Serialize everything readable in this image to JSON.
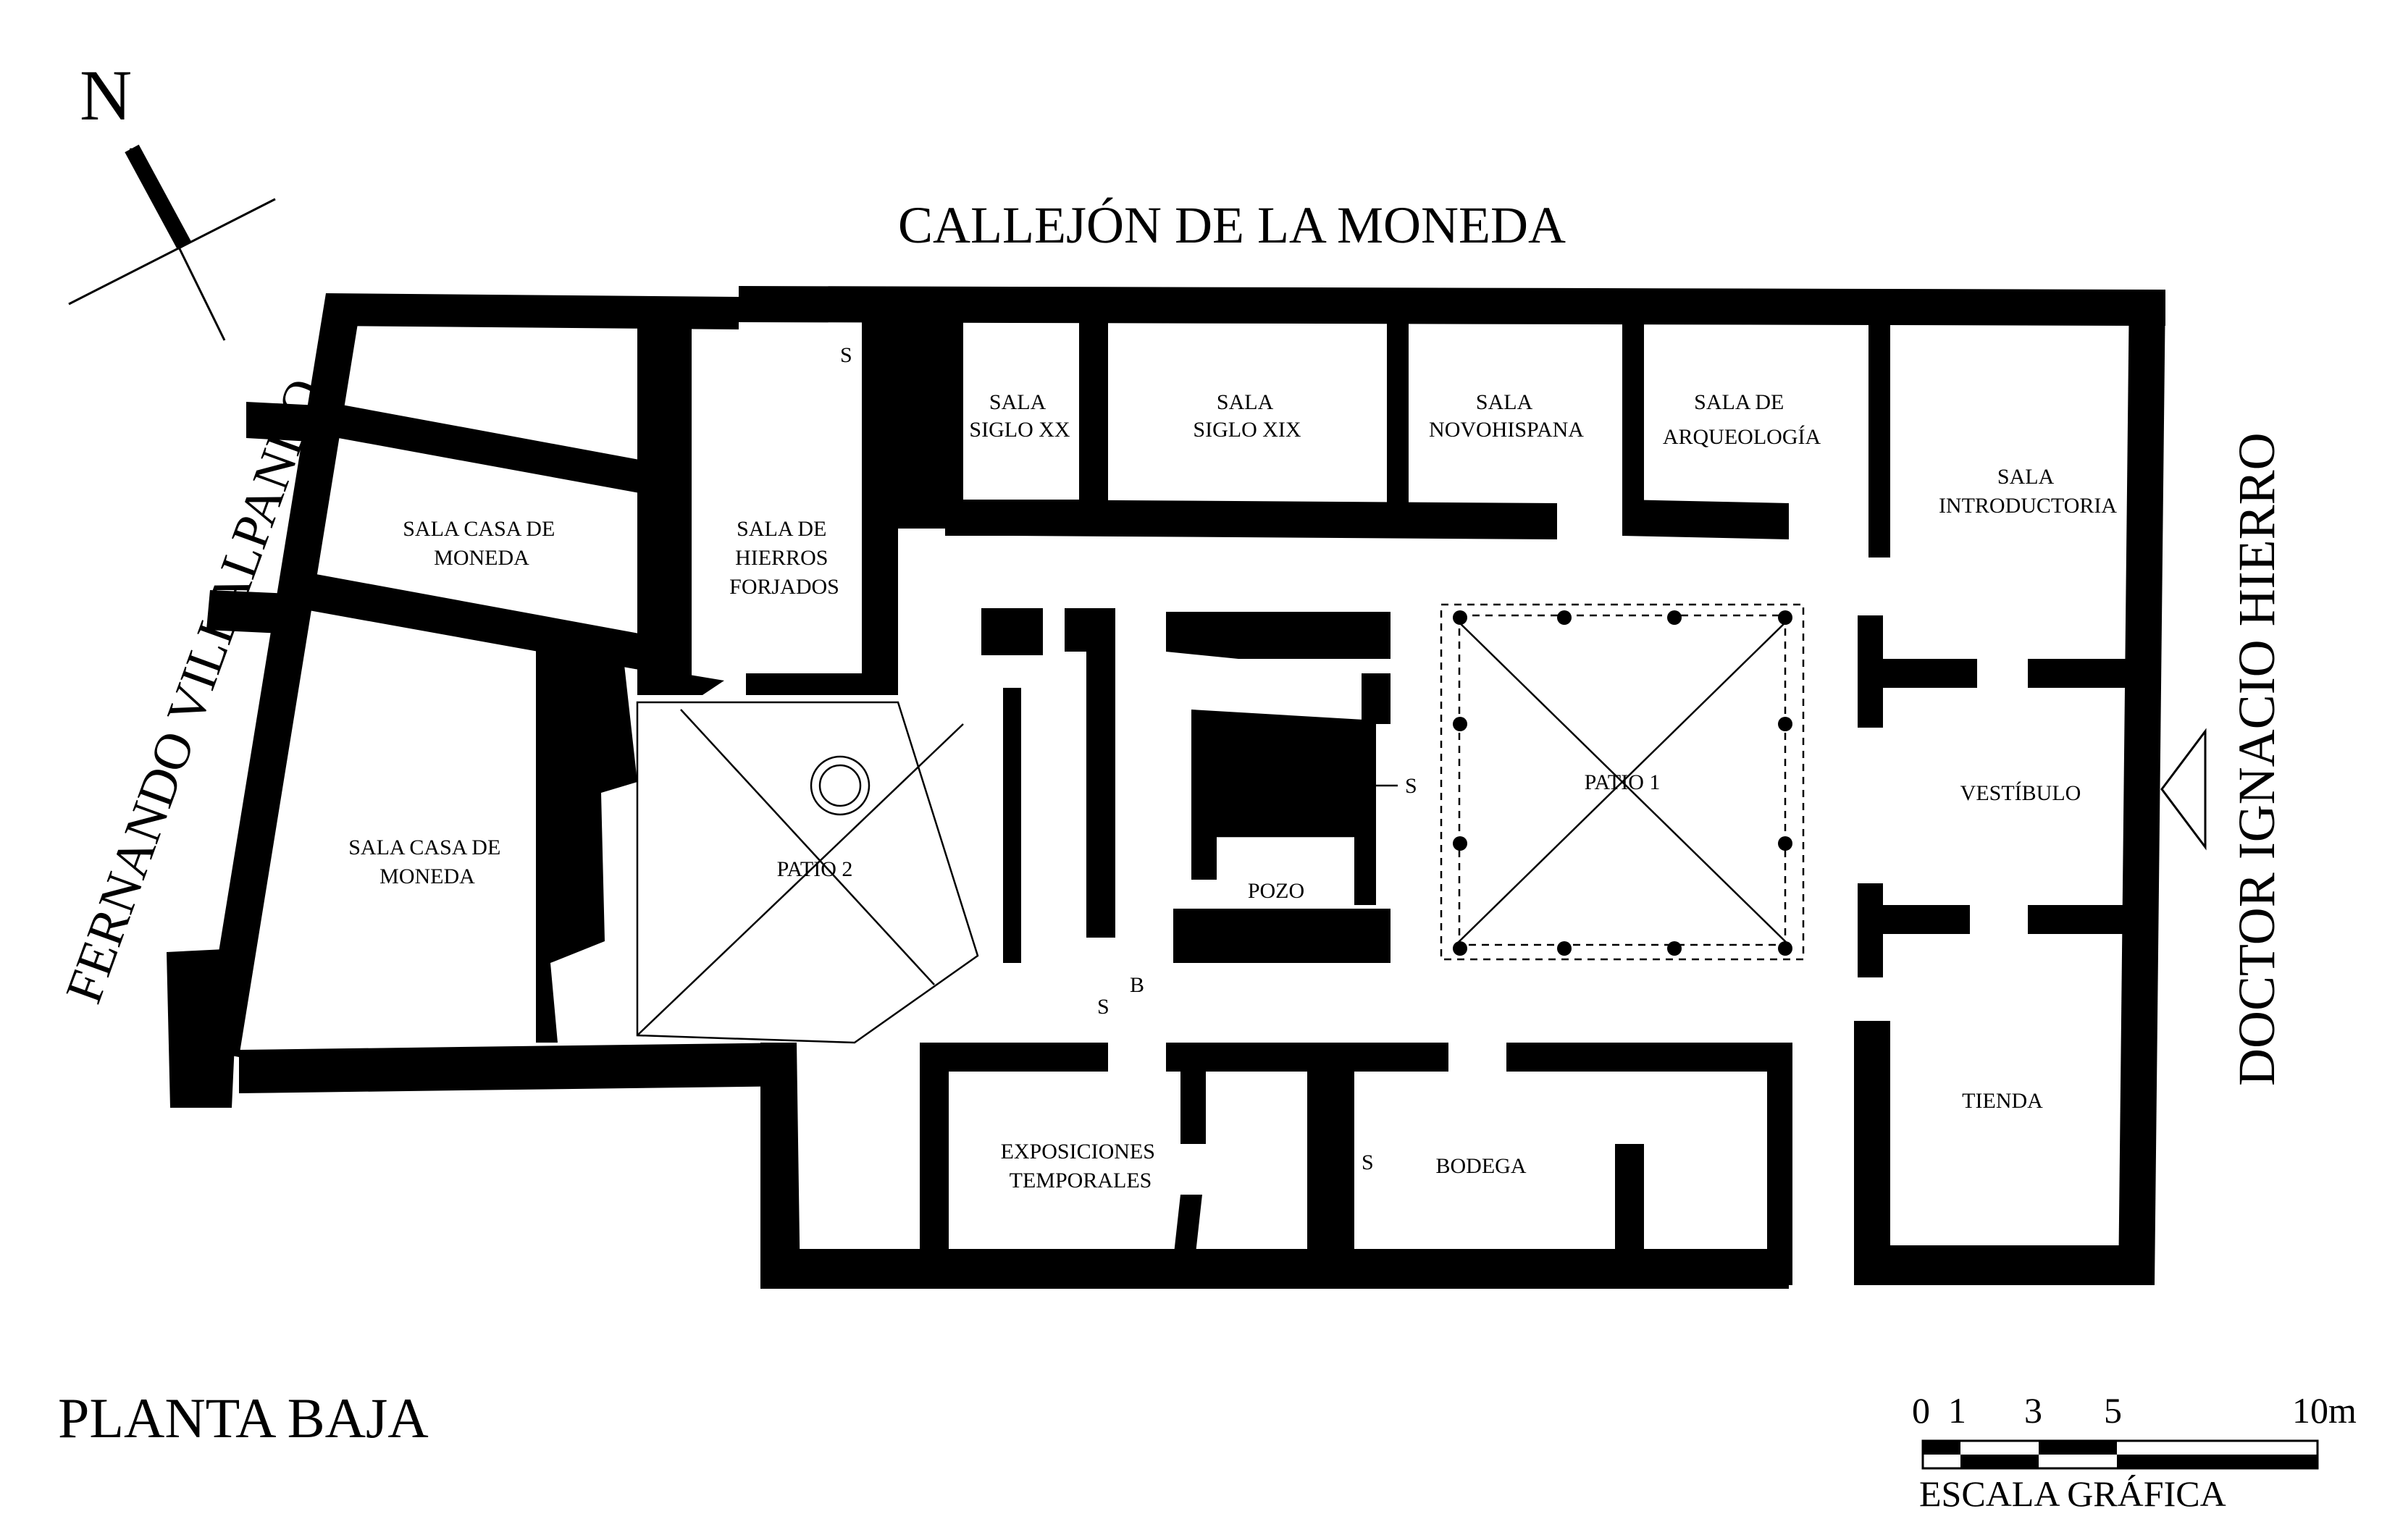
{
  "north": "N",
  "streets": {
    "top": "CALLEJÓN DE LA MONEDA",
    "left": "FERNANDO VILLALPANDO",
    "right": "DOCTOR IGNACIO HIERRO"
  },
  "rooms": {
    "siglo_xx": [
      "SALA",
      "SIGLO XX"
    ],
    "siglo_xix": [
      "SALA",
      "SIGLO XIX"
    ],
    "novohispana": [
      "SALA",
      "NOVOHISPANA"
    ],
    "arqueologia": [
      "SALA DE",
      "ARQUEOLOGÍA"
    ],
    "introductoria": [
      "SALA",
      "INTRODUCTORIA"
    ],
    "casa_moneda_1": [
      "SALA CASA DE",
      "MONEDA"
    ],
    "hierros": [
      "SALA DE",
      "HIERROS",
      "FORJADOS"
    ],
    "casa_moneda_2": [
      "SALA CASA DE",
      "MONEDA"
    ],
    "patio_1": "PATIO 1",
    "patio_2": "PATIO 2",
    "pozo": "POZO",
    "vestibulo": "VESTÍBULO",
    "tienda": "TIENDA",
    "exposiciones": [
      "EXPOSICIONES",
      "TEMPORALES"
    ],
    "bodega": "BODEGA"
  },
  "marks": {
    "s": "S",
    "b": "B"
  },
  "drawing_title": "PLANTA BAJA",
  "scale": {
    "ticks": [
      "0",
      "1",
      "3",
      "5",
      "10m"
    ],
    "caption": "ESCALA GRÁFICA"
  }
}
